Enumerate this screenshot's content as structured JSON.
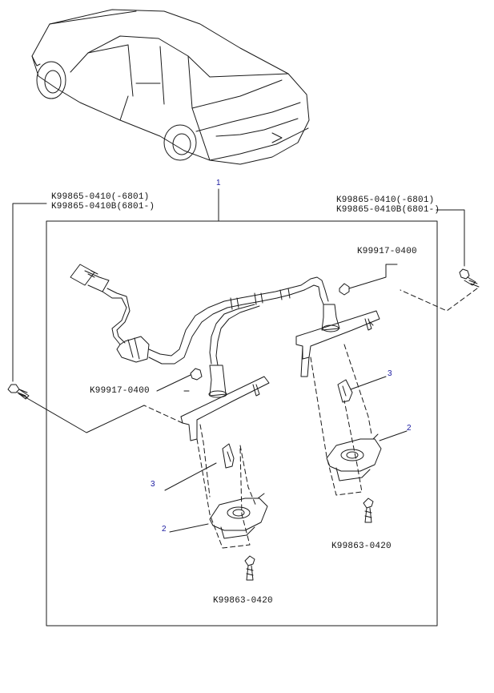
{
  "callouts": {
    "assembly": "1",
    "lens_left": "3",
    "lens_right": "3",
    "housing_left": "2",
    "housing_right": "2"
  },
  "parts": {
    "screw_left_line1": "K99865-0410(-6801)",
    "screw_left_line2": "K99865-0410B(6801-)",
    "screw_right_line1": "K99865-0410(-6801)",
    "screw_right_line2": "K99865-0410B(6801-)",
    "nut_right": "K99917-0400",
    "nut_left": "K99917-0400",
    "screw_bottom_right": "K99863-0420",
    "screw_bottom_left": "K99863-0420"
  },
  "colors": {
    "line": "#1a1a1a",
    "callout": "#1a1aa0",
    "background": "#ffffff"
  }
}
